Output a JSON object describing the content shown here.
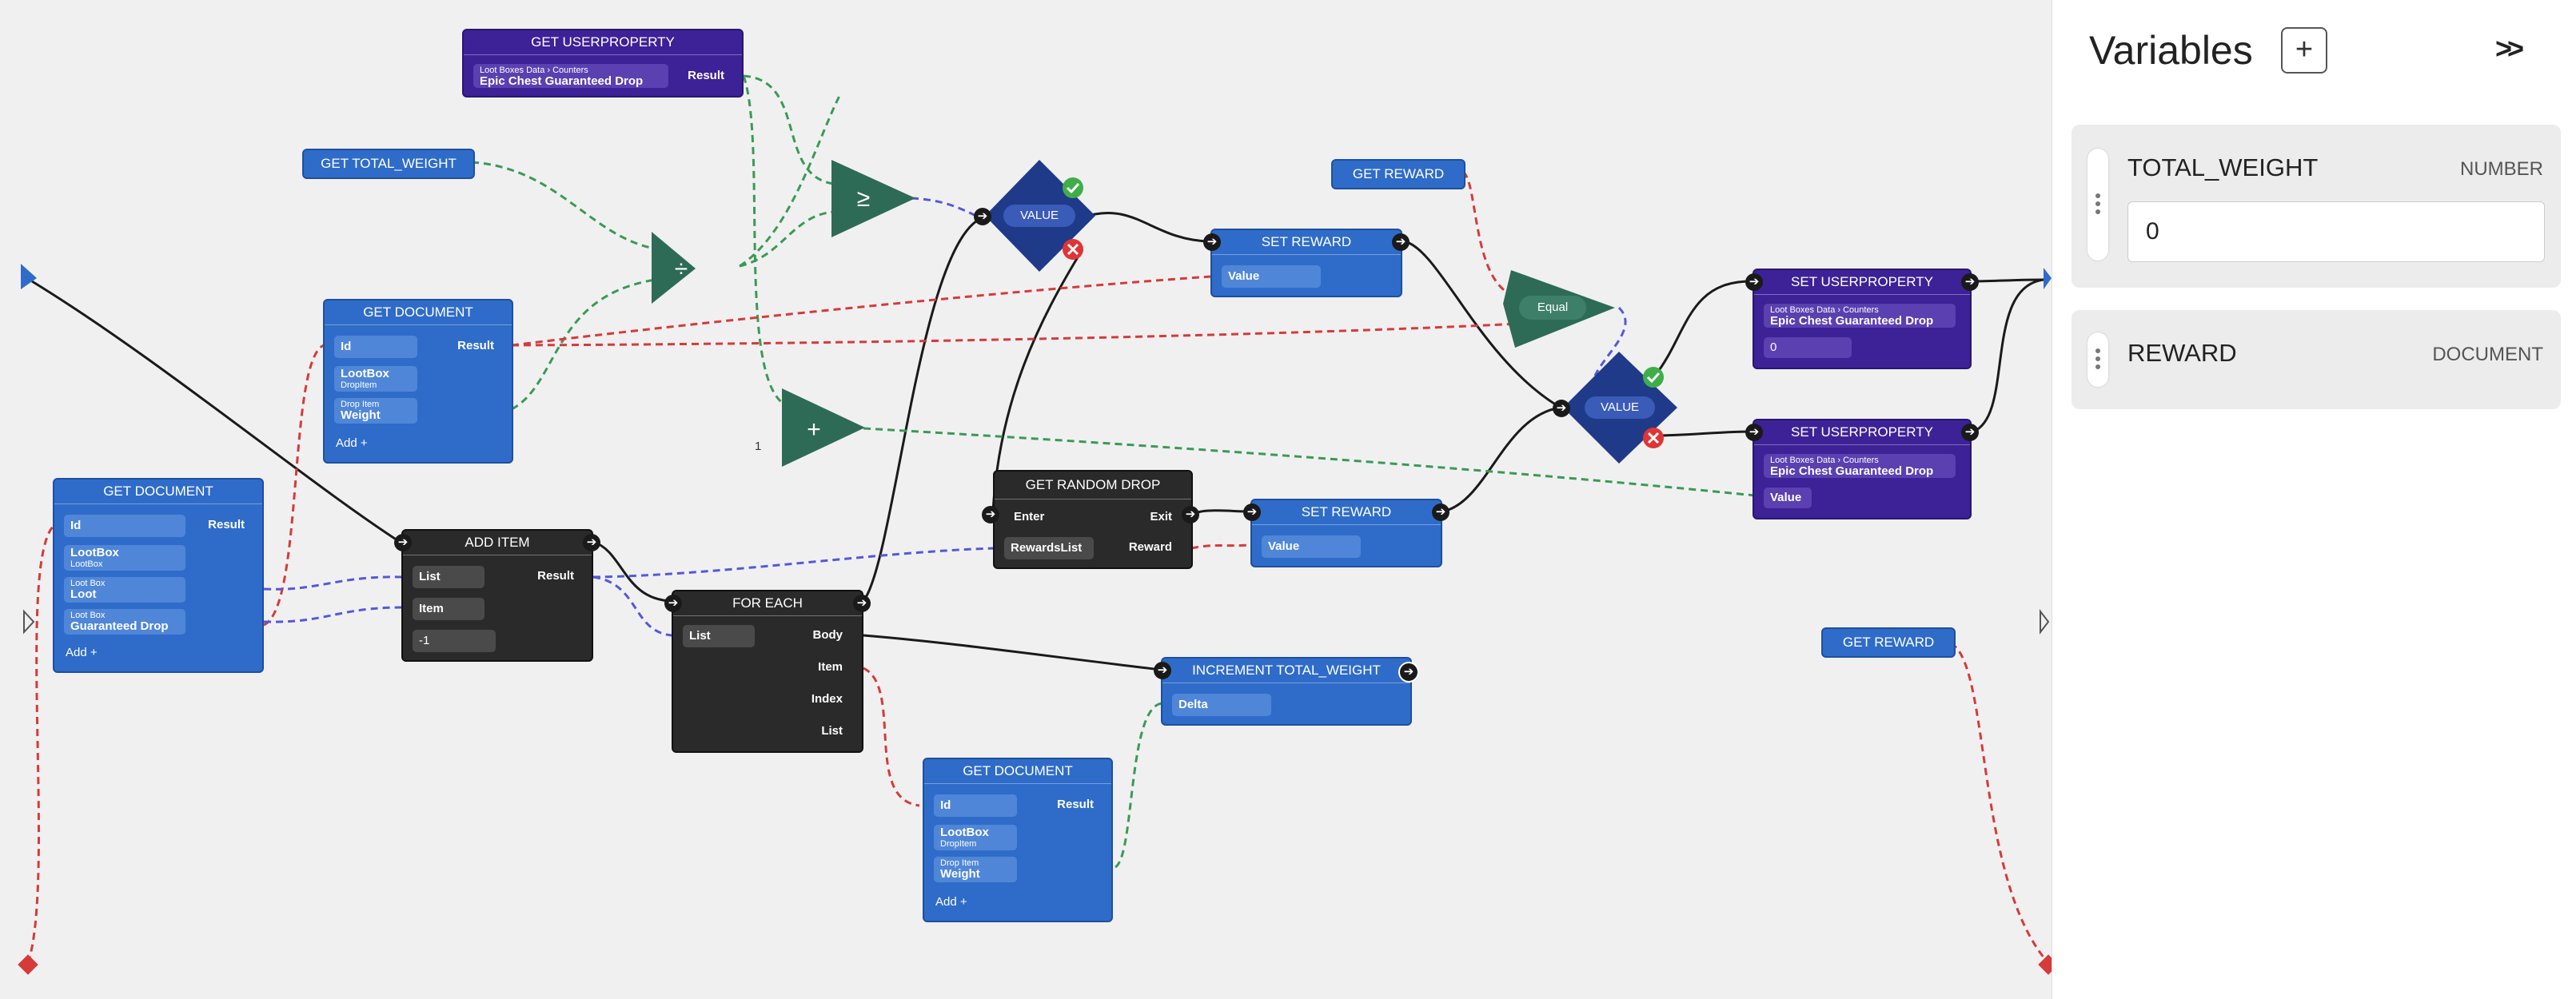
{
  "graph": {
    "get_userproperty_top": {
      "title": "GET USERPROPERTY",
      "path": "Loot Boxes Data › Counters",
      "path_value": "Epic Chest Guaranteed Drop",
      "result": "Result"
    },
    "get_total_weight": "GET TOTAL_WEIGHT",
    "get_reward_top": "GET REWARD",
    "get_reward_right": "GET REWARD",
    "get_document_mid": {
      "title": "GET DOCUMENT",
      "id": "Id",
      "result": "Result",
      "f1_main": "LootBox",
      "f1_sub": "DropItem",
      "f2_sub": "Drop Item",
      "f2_main": "Weight",
      "add": "Add"
    },
    "get_document_left": {
      "title": "GET DOCUMENT",
      "id": "Id",
      "result": "Result",
      "f1_main": "LootBox",
      "f1_sub": "LootBox",
      "f2_sub": "Loot Box",
      "f2_main": "Loot",
      "f3_sub": "Loot Box",
      "f3_main": "Guaranteed Drop",
      "add": "Add"
    },
    "get_document_bottom": {
      "title": "GET DOCUMENT",
      "id": "Id",
      "result": "Result",
      "f1_main": "LootBox",
      "f1_sub": "DropItem",
      "f2_sub": "Drop Item",
      "f2_main": "Weight",
      "add": "Add"
    },
    "add_item": {
      "title": "ADD ITEM",
      "list": "List",
      "item": "Item",
      "value": "-1",
      "result": "Result"
    },
    "for_each": {
      "title": "FOR EACH",
      "list": "List",
      "body": "Body",
      "item": "Item",
      "index": "Index",
      "list_out": "List"
    },
    "get_random_drop": {
      "title": "GET RANDOM DROP",
      "enter": "Enter",
      "exit": "Exit",
      "rewards_list": "RewardsList",
      "reward": "Reward"
    },
    "set_reward_top": {
      "title": "SET REWARD",
      "value": "Value"
    },
    "set_reward_mid": {
      "title": "SET REWARD",
      "value": "Value"
    },
    "increment": {
      "title": "INCREMENT TOTAL_WEIGHT",
      "delta": "Delta"
    },
    "set_userproperty_1": {
      "title": "SET USERPROPERTY",
      "path": "Loot Boxes Data › Counters",
      "path_value": "Epic Chest Guaranteed Drop",
      "value": "0"
    },
    "set_userproperty_2": {
      "title": "SET USERPROPERTY",
      "path": "Loot Boxes Data › Counters",
      "path_value": "Epic Chest Guaranteed Drop",
      "value": "Value"
    },
    "value_1": "VALUE",
    "value_2": "VALUE",
    "equal": "Equal",
    "plus_const": "1",
    "colors": {
      "node_blue": "#2f6cc9",
      "node_purple": "#3d2196",
      "node_dark": "#2a2a2a",
      "operator_green": "#2e6b57",
      "wire_green": "#3a9a55",
      "wire_red": "#d63a3a",
      "wire_blue": "#5558d8"
    }
  },
  "panel": {
    "title": "Variables",
    "add_button": "+",
    "collapse_icon": ">>",
    "variables": [
      {
        "name": "TOTAL_WEIGHT",
        "type": "NUMBER",
        "value": "0"
      },
      {
        "name": "REWARD",
        "type": "DOCUMENT"
      }
    ]
  }
}
